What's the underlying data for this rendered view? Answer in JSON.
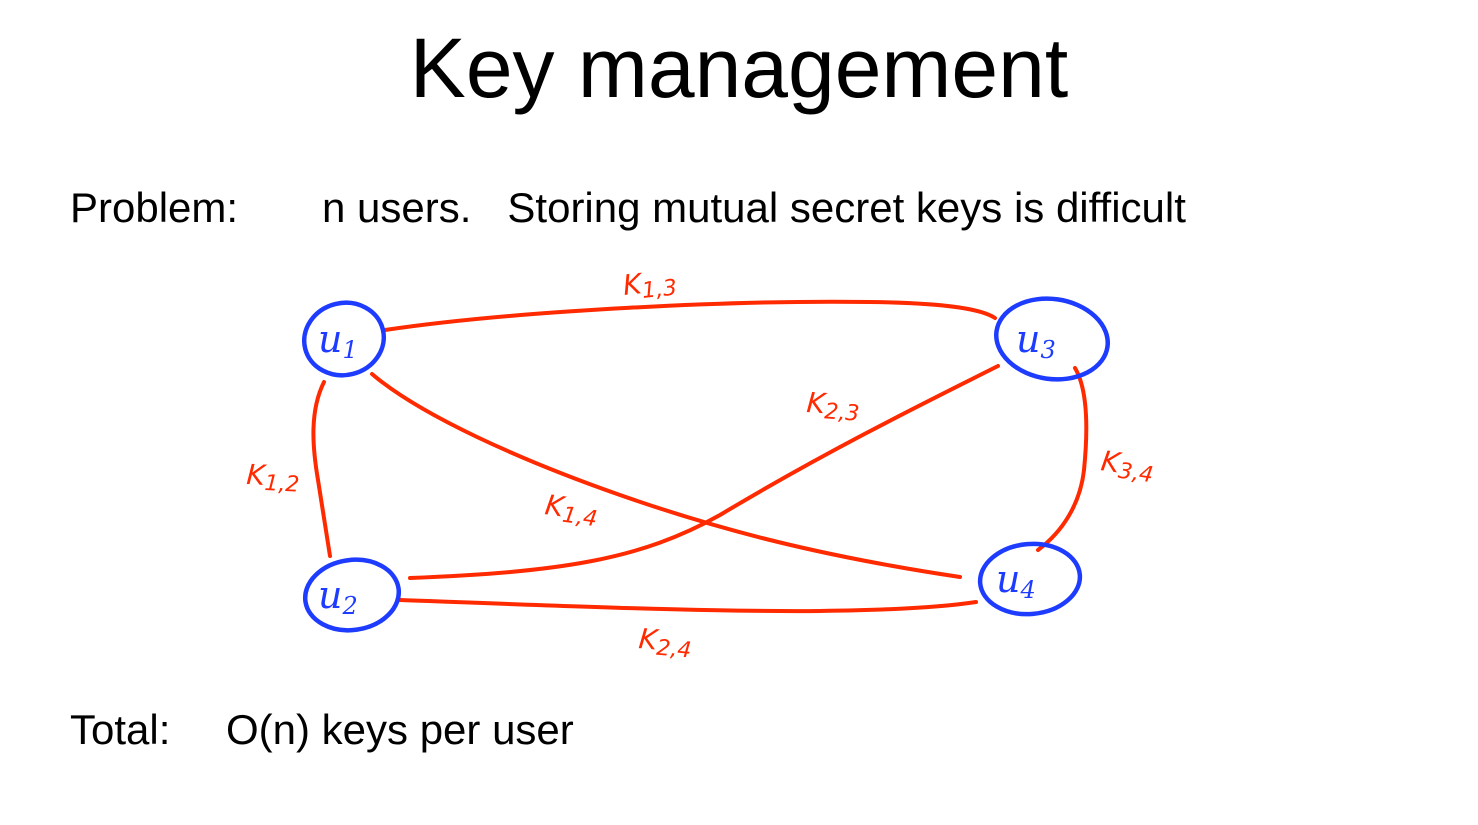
{
  "slide": {
    "title": "Key management",
    "problem_label": "Problem:",
    "problem_users": "n users.",
    "problem_text": "Storing mutual secret keys is difficult",
    "total_label": "Total:",
    "total_text": "O(n) keys per user"
  },
  "diagram": {
    "nodes": [
      {
        "letter": "u",
        "sub": "1"
      },
      {
        "letter": "u",
        "sub": "2"
      },
      {
        "letter": "u",
        "sub": "3"
      },
      {
        "letter": "u",
        "sub": "4"
      }
    ],
    "edges": [
      {
        "letter": "K",
        "sub": "1,3"
      },
      {
        "letter": "K",
        "sub": "2,3"
      },
      {
        "letter": "K",
        "sub": "1,2"
      },
      {
        "letter": "K",
        "sub": "1,4"
      },
      {
        "letter": "K",
        "sub": "3,4"
      },
      {
        "letter": "K",
        "sub": "2,4"
      }
    ],
    "node_color": "#1e3cff",
    "edge_color": "#ff2a00"
  }
}
